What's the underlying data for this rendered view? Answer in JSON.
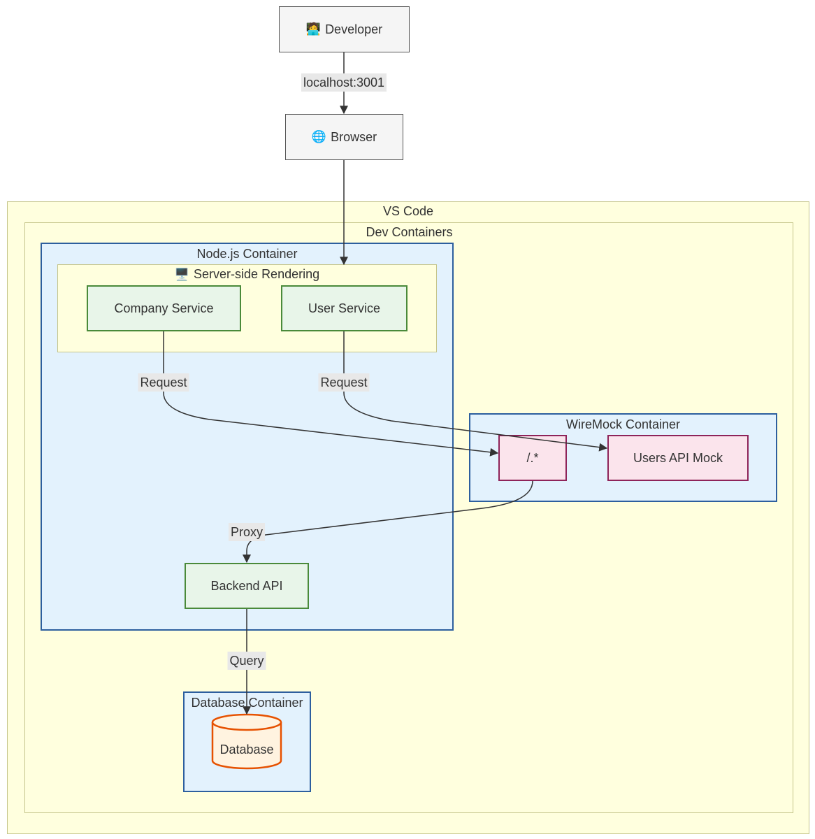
{
  "nodes": {
    "developer": {
      "icon": "🧑‍💻",
      "label": "Developer"
    },
    "browser": {
      "icon": "🌐",
      "label": "Browser"
    },
    "company_service": {
      "label": "Company Service"
    },
    "user_service": {
      "label": "User Service"
    },
    "wildcard": {
      "label": "/.*"
    },
    "users_api_mock": {
      "label": "Users API Mock"
    },
    "backend_api": {
      "label": "Backend API"
    },
    "database": {
      "label": "Database"
    }
  },
  "groups": {
    "vscode": "VS Code",
    "dev_containers": "Dev Containers",
    "nodejs_container": "Node.js Container",
    "ssr": {
      "icon": "🖥️",
      "label": "Server-side Rendering"
    },
    "wiremock_container": "WireMock Container",
    "database_container": "Database Container"
  },
  "edges": {
    "dev_to_browser": "localhost:3001",
    "company_request": "Request",
    "user_request": "Request",
    "proxy": "Proxy",
    "query": "Query"
  },
  "colors": {
    "subgraph_fill": "#ffffde",
    "container_fill": "#e3f2fd",
    "container_border": "#2d5f9e",
    "service_fill": "#e8f5e9",
    "service_border": "#4a8a3a",
    "mock_fill": "#fbe4ec",
    "mock_border": "#8e2459",
    "db_fill": "#fff3e0",
    "db_border": "#e65100"
  }
}
